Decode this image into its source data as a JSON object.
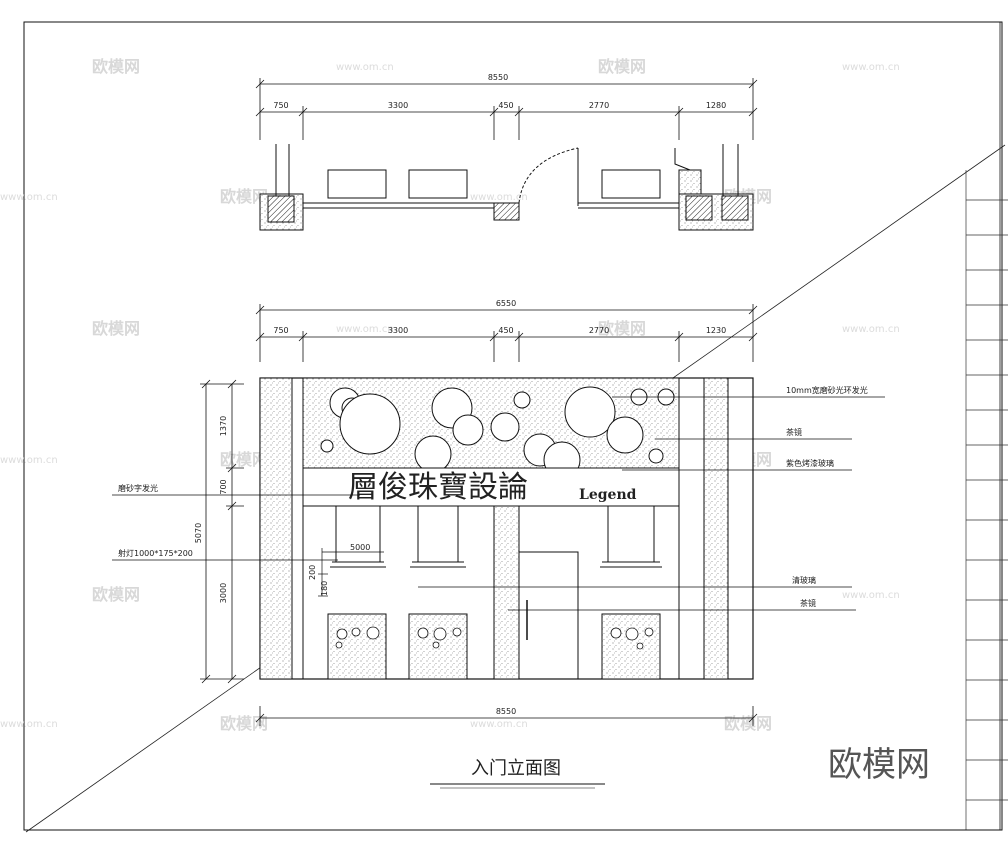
{
  "plan": {
    "total_dim": "8550",
    "seg_dims": [
      "750",
      "3300",
      "450",
      "2770",
      "1280"
    ]
  },
  "elevation": {
    "total_dim_top": "6550",
    "seg_dims": [
      "750",
      "3300",
      "450",
      "2770",
      "1230"
    ],
    "total_dim_bottom": "8550",
    "height_dims": [
      "1370",
      "700",
      "3000"
    ],
    "total_height": "5070",
    "small_dims": [
      "5000",
      "200",
      "180"
    ],
    "sign_cn": "層俊珠寶設論",
    "sign_en": "Legend"
  },
  "labels": {
    "right": [
      "10mm宽磨砂光环发光",
      "茶镜",
      "紫色烤漆玻璃",
      "清玻璃",
      "茶镜"
    ],
    "left": [
      "磨砂字发光",
      "射灯1000*175*200"
    ]
  },
  "title": "入门立面图",
  "brand": "欧模网",
  "watermarks": [
    "欧模网",
    "www.om.cn"
  ]
}
